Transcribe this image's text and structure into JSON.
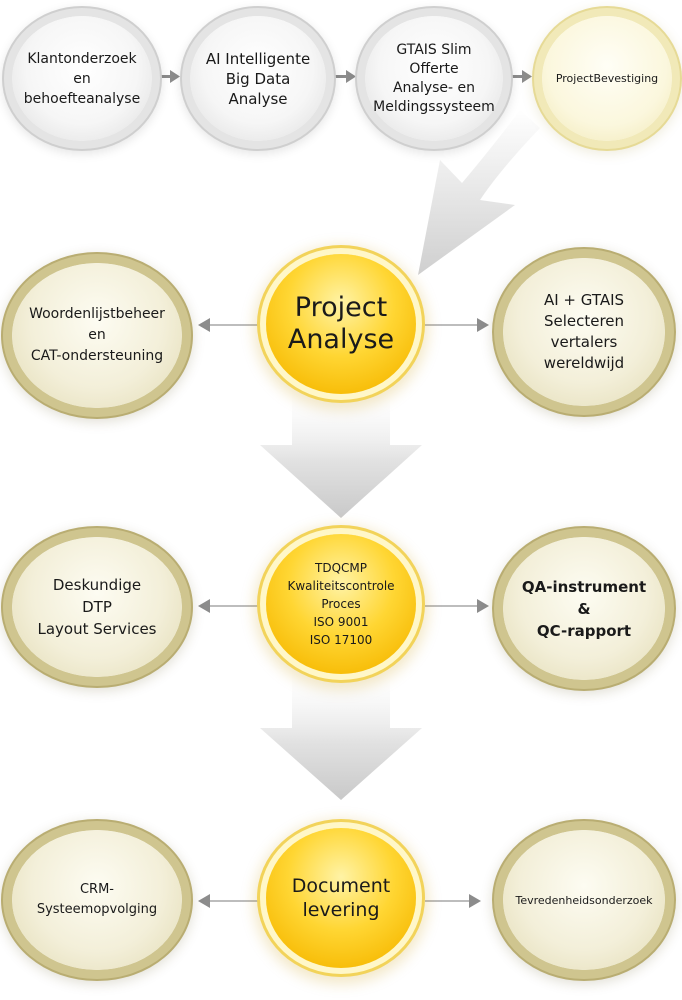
{
  "top_row": [
    {
      "label": "Klantonderzoek\nen\nbehoefteanalyse"
    },
    {
      "label": "AI Intelligente\nBig Data\nAnalyse"
    },
    {
      "label": "GTAIS Slim\nOfferte\nAnalyse- en\nMeldingssysteem"
    },
    {
      "label": "ProjectBevestiging"
    }
  ],
  "row2": {
    "left": "Woordenlijstbeheer\nen\nCAT-ondersteuning",
    "center": "Project\nAnalyse",
    "right": "AI + GTAIS\nSelecteren\nvertalers\nwereldwijd"
  },
  "row3": {
    "left": "Deskundige\nDTP\nLayout Services",
    "center": "TDQCMP\nKwaliteitscontrole\nProces\nISO 9001\nISO 17100",
    "right": "QA-instrument\n&\nQC-rapport"
  },
  "row4": {
    "left": "CRM-\nSysteemopvolging",
    "center": "Document\nlevering",
    "right": "Tevredenheidsonderzoek"
  },
  "colors": {
    "gold": "#f6b800",
    "khaki": "#cfc58f",
    "gray_ring": "#e4e4e4",
    "arrow": "#8c8c8c"
  }
}
